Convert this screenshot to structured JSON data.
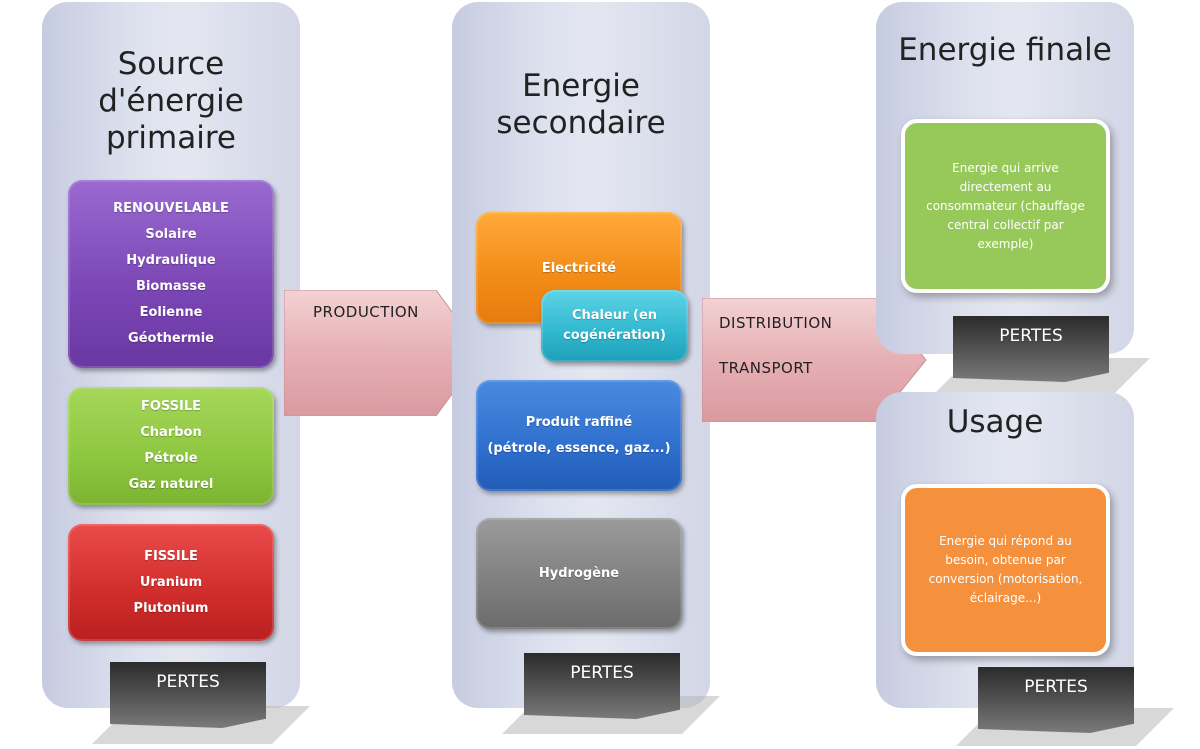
{
  "columns": {
    "primary": {
      "title_lines": [
        "Source",
        "d'énergie",
        "primaire"
      ],
      "renewable": [
        "RENOUVELABLE",
        "Solaire",
        "Hydraulique",
        "Biomasse",
        "Eolienne",
        "Géothermie"
      ],
      "fossil": [
        "FOSSILE",
        "Charbon",
        "Pétrole",
        "Gaz naturel"
      ],
      "fissile": [
        "FISSILE",
        "Uranium",
        "Plutonium"
      ],
      "losses": "PERTES"
    },
    "secondary": {
      "title_lines": [
        "Energie",
        "secondaire"
      ],
      "electricity": "Electricité",
      "heat_lines": [
        "Chaleur (en",
        "cogénération)"
      ],
      "refined_lines": [
        "Produit raffiné",
        "(pétrole, essence, gaz...)"
      ],
      "hydrogen": "Hydrogène",
      "losses": "PERTES"
    },
    "final": {
      "title": "Energie finale",
      "description_lines": [
        "Energie qui arrive",
        "directement  au",
        "consommateur (chauffage",
        "central collectif par",
        "exemple)"
      ],
      "losses": "PERTES"
    },
    "usage": {
      "title": "Usage",
      "description_lines": [
        "Energie qui répond au",
        "besoin, obtenue par",
        "conversion (motorisation,",
        "éclairage...)"
      ],
      "losses": "PERTES"
    }
  },
  "arrows": {
    "production": "PRODUCTION",
    "distribution": "DISTRIBUTION",
    "transport": "TRANSPORT"
  },
  "colors": {
    "column_bg": "#d9ddea",
    "renewable": "#7a45b4",
    "fossil": "#8dc63f",
    "fissile": "#d12c2c",
    "electricity": "#f28a16",
    "heat": "#2fb7cf",
    "refined": "#2f6fce",
    "hydrogen": "#7e7e7e",
    "final": "#97c85a",
    "usage": "#f5903c",
    "arrow": "#e7b3b8",
    "losses": "#3a3a3a"
  }
}
